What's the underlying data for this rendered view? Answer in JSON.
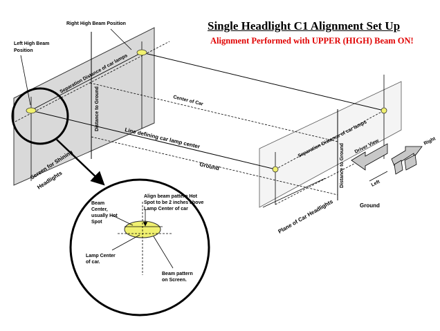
{
  "title": "Single Headlight C1 Alignment Set Up",
  "subtitle": "Alignment Performed with UPPER (HIGH) Beam ON!",
  "labels": {
    "right_high_beam": "Right High Beam Position",
    "left_high_beam_1": "Left High Beam",
    "left_high_beam_2": "Position",
    "separation_screen": "Separation Distance of car lamps",
    "distance_ground_screen": "Distance to Ground",
    "center_of_car": "Center of Car",
    "line_defining": "Line defining car lamp center",
    "ground_mid": "Ground",
    "screen_for_1": "Screen for Shining",
    "screen_for_2": "Headlights",
    "separation_car": "Separation Distance of car lamps",
    "distance_ground_car": "Distance to Ground",
    "driver_view": "Driver View",
    "right": "Right",
    "left": "Left",
    "plane_of_car": "Plane of Car Headlights",
    "ground_right": "Ground"
  },
  "detail": {
    "beam_center_1": "Beam",
    "beam_center_2": "Center,",
    "beam_center_3": "usually Hot",
    "beam_center_4": "Spot",
    "align_1": "Align beam pattern Hot",
    "align_2": "Spot to be 2 inches above",
    "align_3": "Lamp Center of car",
    "lamp_center_1": "Lamp Center",
    "lamp_center_2": "of car.",
    "beam_pattern_1": "Beam pattern",
    "beam_pattern_2": "on Screen."
  },
  "colors": {
    "subtitle": "#e00000",
    "screen_fill": "#d9d9d9",
    "lamp_fill": "#f0f070",
    "car_plane_fill": "#f2f2f2",
    "arrow_fill": "#c8c8c8"
  },
  "icons": [
    "headlight-marker",
    "driver-view-arrow",
    "magnify-circle"
  ]
}
